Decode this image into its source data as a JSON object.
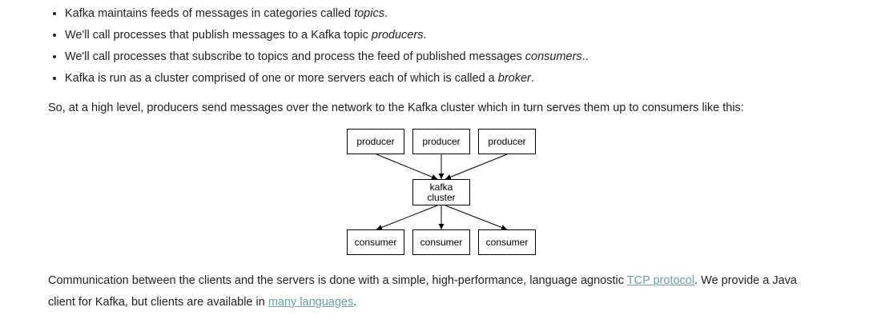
{
  "bullets": [
    {
      "text": "Kafka maintains feeds of messages in categories called ",
      "em": "topics",
      "tail": "."
    },
    {
      "text": "We'll call processes that publish messages to a Kafka topic ",
      "em": "producers",
      "tail": "."
    },
    {
      "text": "We'll call processes that subscribe to topics and process the feed of published messages ",
      "em": "consumers",
      "tail": ".."
    },
    {
      "text": "Kafka is run as a cluster comprised of one or more servers each of which is called a ",
      "em": "broker",
      "tail": "."
    }
  ],
  "intro": "So, at a high level, producers send messages over the network to the Kafka cluster which in turn serves them up to consumers like this:",
  "diagram": {
    "producers": [
      "producer",
      "producer",
      "producer"
    ],
    "cluster_line1": "kafka",
    "cluster_line2": "cluster",
    "consumers": [
      "consumer",
      "consumer",
      "consumer"
    ]
  },
  "closing": {
    "part1": "Communication between the clients and the servers is done with a simple, high-performance, language agnostic ",
    "link1": "TCP protocol",
    "part2": ". We provide a Java",
    "part3": "client for Kafka, but clients are available in ",
    "link2": "many languages",
    "part4": "."
  },
  "colors": {
    "text": "#222222",
    "link": "#6d9f9f"
  }
}
